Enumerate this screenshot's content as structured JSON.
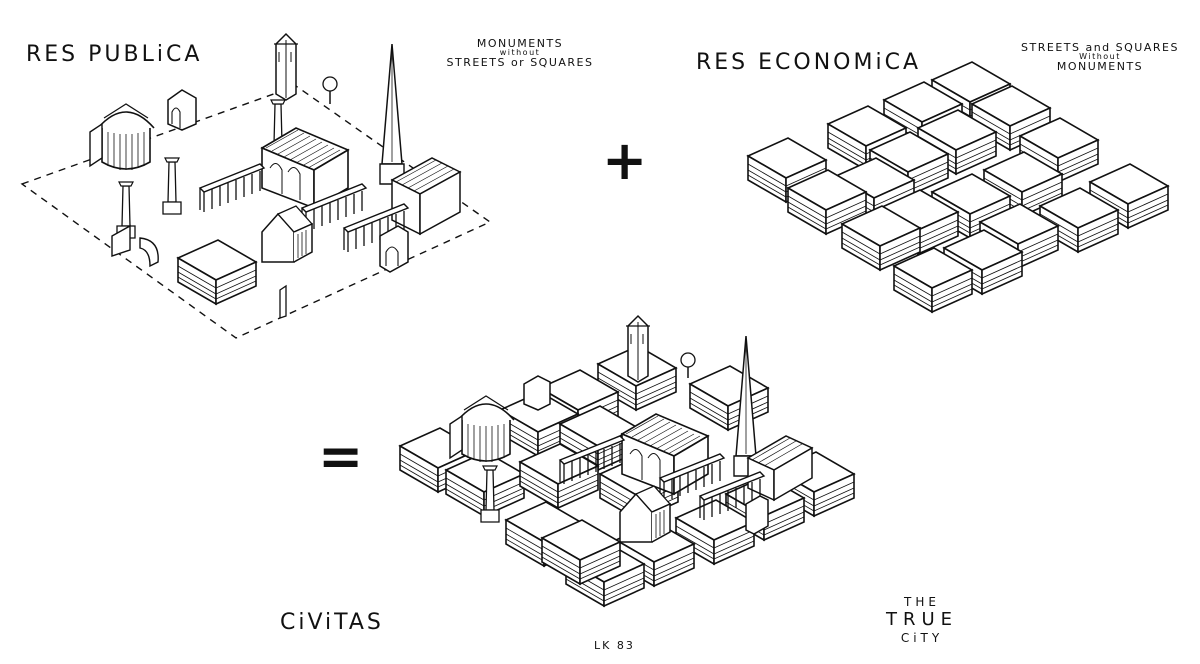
{
  "labels": {
    "res_publica": "RES PUBLiCA",
    "monuments_note": {
      "line1": "MONUMENTS",
      "line2": "without",
      "line3": "STREETS or SQUARES"
    },
    "res_economica": "RES ECONOMiCA",
    "streets_note": {
      "line1": "STREETS and SQUARES",
      "line2": "Without",
      "line3": "MONUMENTS"
    },
    "plus": "+",
    "equals": "=",
    "civitas": "CiViTAS",
    "signature": "LK 83",
    "true_city": {
      "line1": "THE",
      "line2": "TRUE",
      "line3": "CiTY"
    }
  },
  "colors": {
    "ink": "#111111",
    "paper": "#ffffff"
  }
}
